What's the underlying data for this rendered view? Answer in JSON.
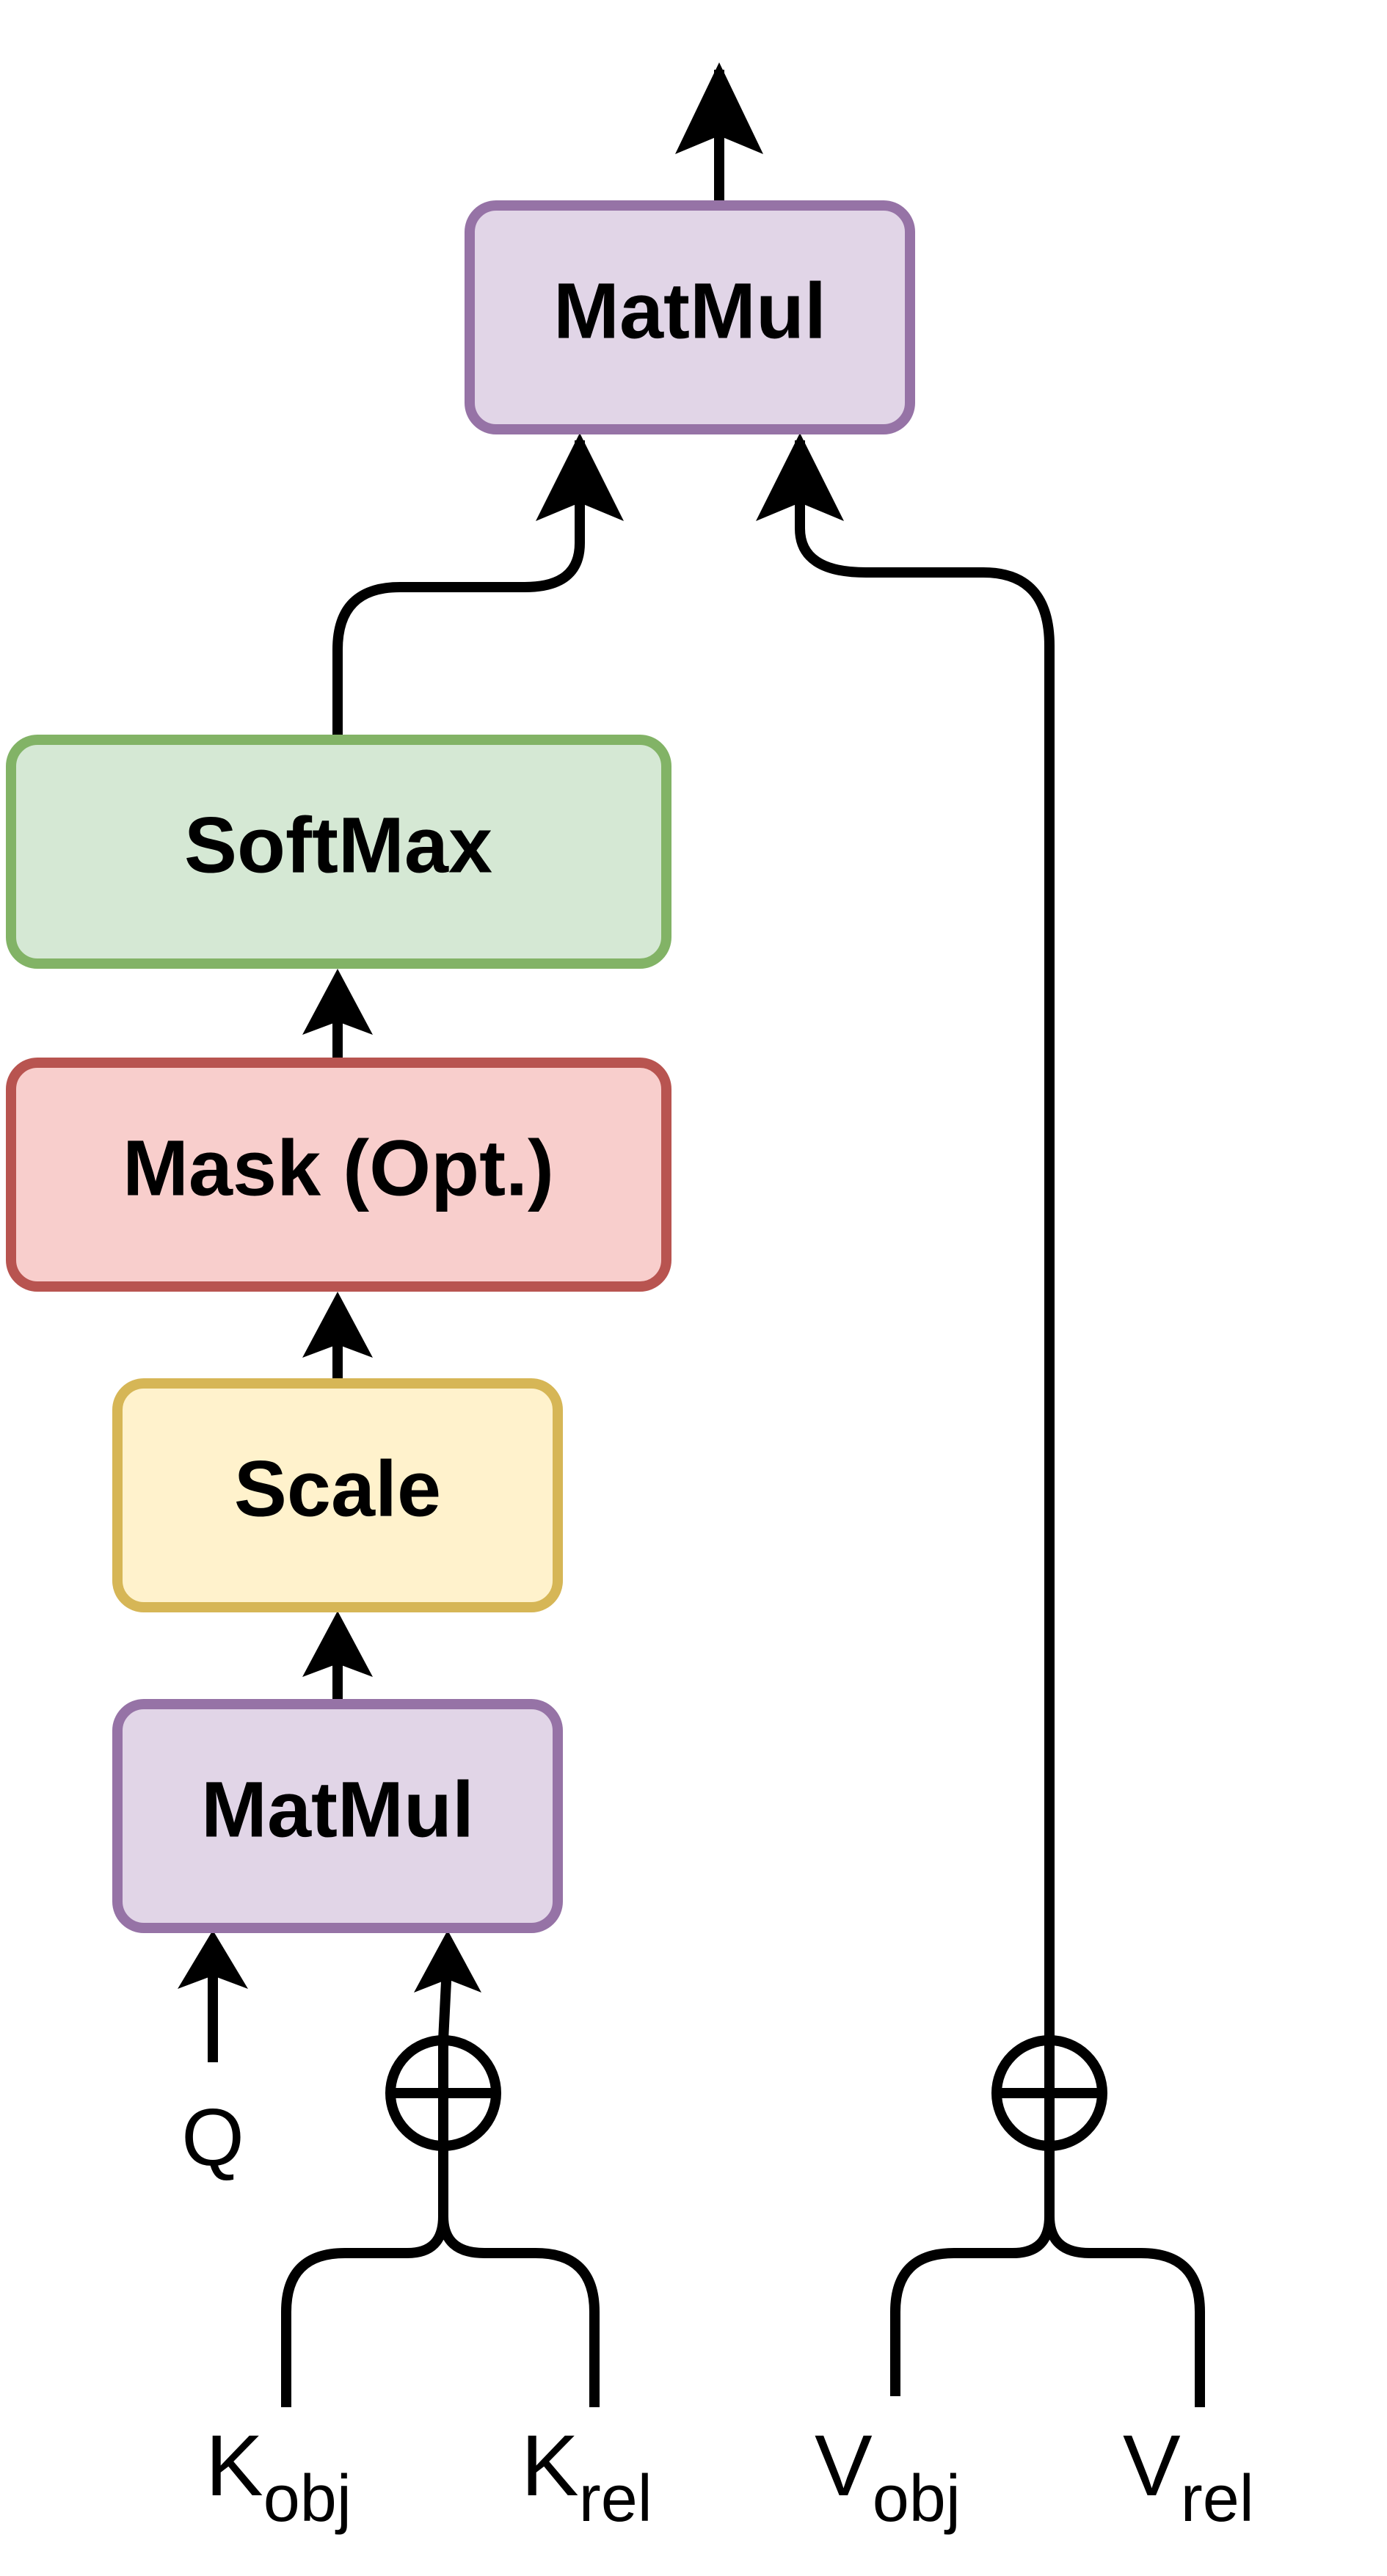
{
  "blocks": {
    "matmul_top": {
      "label": "MatMul",
      "fill": "#e1d5e7",
      "stroke": "#9673a6"
    },
    "softmax": {
      "label": "SoftMax",
      "fill": "#d5e8d4",
      "stroke": "#82b366"
    },
    "mask": {
      "label": "Mask (Opt.)",
      "fill": "#f8cecc",
      "stroke": "#b85450"
    },
    "scale": {
      "label": "Scale",
      "fill": "#fff2cc",
      "stroke": "#d6b656"
    },
    "matmul_bottom": {
      "label": "MatMul",
      "fill": "#e1d5e7",
      "stroke": "#9673a6"
    }
  },
  "inputs": {
    "q": "Q",
    "k_obj": {
      "main": "K",
      "sub": "obj"
    },
    "k_rel": {
      "main": "K",
      "sub": "rel"
    },
    "v_obj": {
      "main": "V",
      "sub": "obj"
    },
    "v_rel": {
      "main": "V",
      "sub": "rel"
    }
  },
  "operators": {
    "k_sum": "⊕",
    "v_sum": "⊕"
  },
  "colors": {
    "line": "#000000"
  }
}
